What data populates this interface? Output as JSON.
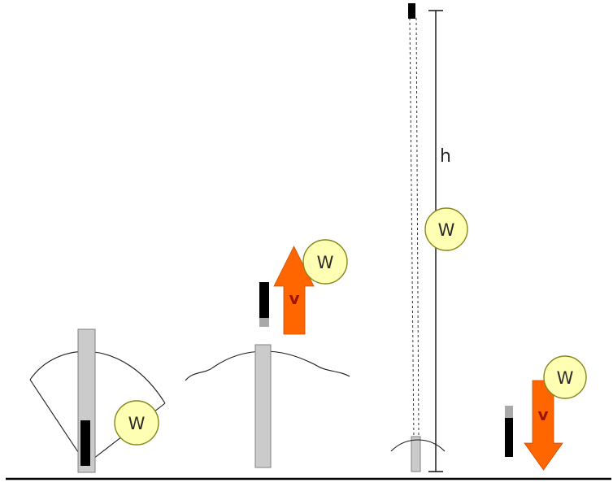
{
  "labels": {
    "weight": "W",
    "velocity": "v",
    "height": "h"
  },
  "colors": {
    "arrow_orange": "#ff6600",
    "weight_yellow": "#ffffb3",
    "velocity_red": "#991500"
  }
}
